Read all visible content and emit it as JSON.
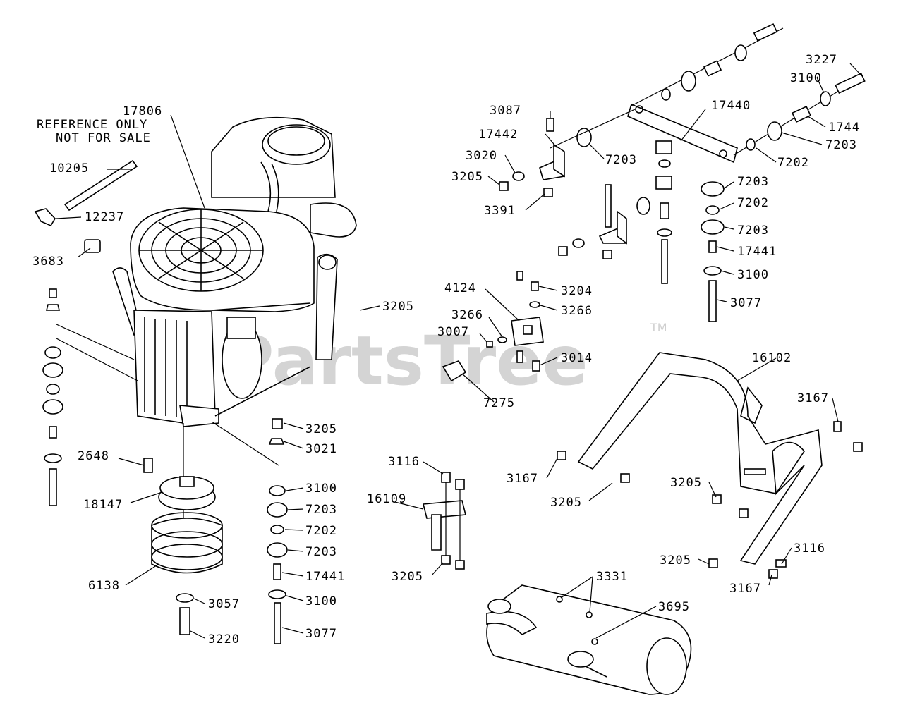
{
  "watermark": {
    "text": "PartsTree",
    "trademark": "TM"
  },
  "reference_note": {
    "line1": "REFERENCE ONLY",
    "line2": "NOT FOR SALE"
  },
  "part_labels": [
    {
      "id": "p17806",
      "text": "17806"
    },
    {
      "id": "p10205",
      "text": "10205"
    },
    {
      "id": "p12237",
      "text": "12237"
    },
    {
      "id": "p3683",
      "text": "3683"
    },
    {
      "id": "p3205a",
      "text": "3205"
    },
    {
      "id": "p3205b",
      "text": "3205"
    },
    {
      "id": "p3021",
      "text": "3021"
    },
    {
      "id": "p2648",
      "text": "2648"
    },
    {
      "id": "p18147",
      "text": "18147"
    },
    {
      "id": "p6138",
      "text": "6138"
    },
    {
      "id": "p3100a",
      "text": "3100"
    },
    {
      "id": "p7203a",
      "text": "7203"
    },
    {
      "id": "p7202a",
      "text": "7202"
    },
    {
      "id": "p7203b",
      "text": "7203"
    },
    {
      "id": "p17441a",
      "text": "17441"
    },
    {
      "id": "p3100b",
      "text": "3100"
    },
    {
      "id": "p3077a",
      "text": "3077"
    },
    {
      "id": "p3057",
      "text": "3057"
    },
    {
      "id": "p3220",
      "text": "3220"
    },
    {
      "id": "p3087",
      "text": "3087"
    },
    {
      "id": "p17442",
      "text": "17442"
    },
    {
      "id": "p3020",
      "text": "3020"
    },
    {
      "id": "p3205c",
      "text": "3205"
    },
    {
      "id": "p3391",
      "text": "3391"
    },
    {
      "id": "p7203c",
      "text": "7203"
    },
    {
      "id": "p17440",
      "text": "17440"
    },
    {
      "id": "p3227",
      "text": "3227"
    },
    {
      "id": "p3100c",
      "text": "3100"
    },
    {
      "id": "p1744",
      "text": "1744"
    },
    {
      "id": "p7203d",
      "text": "7203"
    },
    {
      "id": "p7202b",
      "text": "7202"
    },
    {
      "id": "p7203e",
      "text": "7203"
    },
    {
      "id": "p7202c",
      "text": "7202"
    },
    {
      "id": "p7203f",
      "text": "7203"
    },
    {
      "id": "p17441b",
      "text": "17441"
    },
    {
      "id": "p3100d",
      "text": "3100"
    },
    {
      "id": "p3077b",
      "text": "3077"
    },
    {
      "id": "p4124",
      "text": "4124"
    },
    {
      "id": "p3204",
      "text": "3204"
    },
    {
      "id": "p3266a",
      "text": "3266"
    },
    {
      "id": "p3266b",
      "text": "3266"
    },
    {
      "id": "p3007",
      "text": "3007"
    },
    {
      "id": "p3014",
      "text": "3014"
    },
    {
      "id": "p7275",
      "text": "7275"
    },
    {
      "id": "p16102",
      "text": "16102"
    },
    {
      "id": "p3167a",
      "text": "3167"
    },
    {
      "id": "p3167b",
      "text": "3167"
    },
    {
      "id": "p3205d",
      "text": "3205"
    },
    {
      "id": "p3205e",
      "text": "3205"
    },
    {
      "id": "p3205f",
      "text": "3205"
    },
    {
      "id": "p3116a",
      "text": "3116"
    },
    {
      "id": "p16109",
      "text": "16109"
    },
    {
      "id": "p3205g",
      "text": "3205"
    },
    {
      "id": "p3331",
      "text": "3331"
    },
    {
      "id": "p3695",
      "text": "3695"
    },
    {
      "id": "p3116b",
      "text": "3116"
    },
    {
      "id": "p3167c",
      "text": "3167"
    }
  ]
}
